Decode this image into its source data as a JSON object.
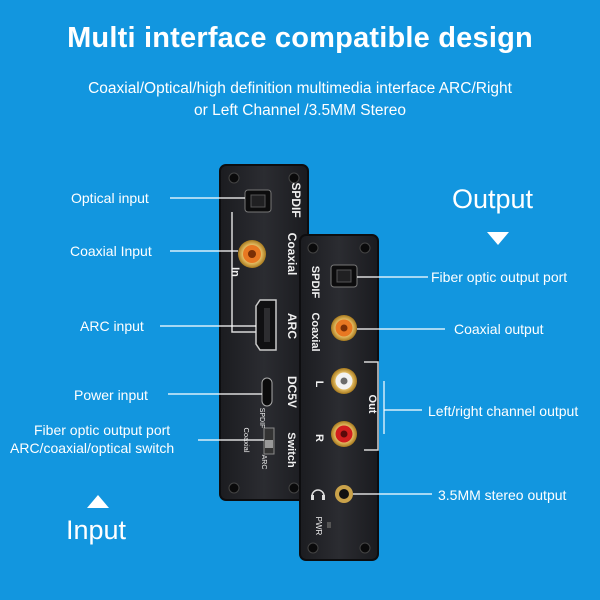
{
  "title": "Multi interface compatible design",
  "subtitle_line1": "Coaxial/Optical/high definition multimedia interface ARC/Right",
  "subtitle_line2": "or Left Channel /3.5MM Stereo",
  "output_heading": "Output",
  "input_heading": "Input",
  "left_labels": {
    "optical_input": "Optical input",
    "coaxial_input": "Coaxial Input",
    "arc_input": "ARC input",
    "power_input": "Power input",
    "fiber_switch_line1": "Fiber optic output port",
    "fiber_switch_line2": "ARC/coaxial/optical switch"
  },
  "right_labels": {
    "fiber_output": "Fiber optic output port",
    "coaxial_output": "Coaxial output",
    "lr_output": "Left/right channel output",
    "stereo_output": "3.5MM stereo output"
  },
  "input_device": {
    "spdif": "SPDIF",
    "coaxial": "Coaxial",
    "in": "In",
    "arc": "ARC",
    "dc5v": "DC5V",
    "spdif_small": "SPDIF",
    "coaxial_small": "Coaxial",
    "arc_small": "ARC",
    "switch": "Switch"
  },
  "output_device": {
    "spdif": "SPDIF",
    "coaxial": "Coaxial",
    "l": "L",
    "out": "Out",
    "r": "R",
    "pwr": "PWR"
  }
}
